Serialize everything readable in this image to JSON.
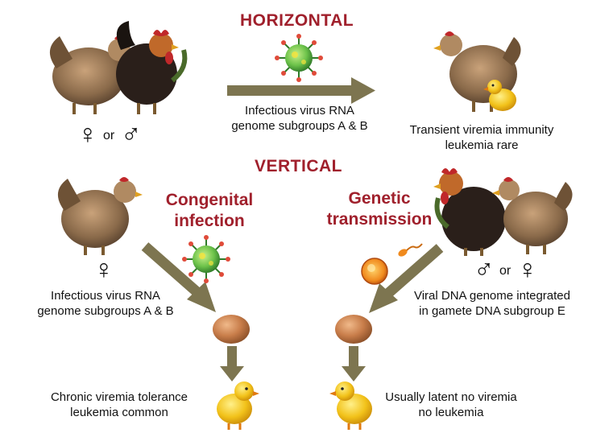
{
  "headings": {
    "horizontal": "HORIZONTAL",
    "vertical": "VERTICAL"
  },
  "labels": {
    "congenital_line1": "Congenital",
    "congenital_line2": "infection",
    "genetic_line1": "Genetic",
    "genetic_line2": "transmission"
  },
  "captions": {
    "horizontal_arrow_line1": "Infectious virus RNA",
    "horizontal_arrow_line2": "genome subgroups A & B",
    "horizontal_result_line1": "Transient viremia immunity",
    "horizontal_result_line2": "leukemia rare",
    "congenital_source_line1": "Infectious virus RNA",
    "congenital_source_line2": "genome subgroups A & B",
    "genetic_source_line1": "Viral DNA genome integrated",
    "genetic_source_line2": "in gamete DNA subgroup E",
    "congenital_result_line1": "Chronic viremia tolerance",
    "congenital_result_line2": "leukemia common",
    "genetic_result_line1": "Usually latent no viremia",
    "genetic_result_line2": "no leukemia"
  },
  "symbols": {
    "female": "♀",
    "male": "♂",
    "or": "or"
  },
  "colors": {
    "heading": "#a0202c",
    "arrow": "#7d7550",
    "virus": "#6cc24a",
    "virus_spike": "#e04b3a",
    "egg": "#c87d4a",
    "chick": "#f2c21a",
    "hen": "#8a6a4a",
    "rooster": "#2a1f1a"
  }
}
